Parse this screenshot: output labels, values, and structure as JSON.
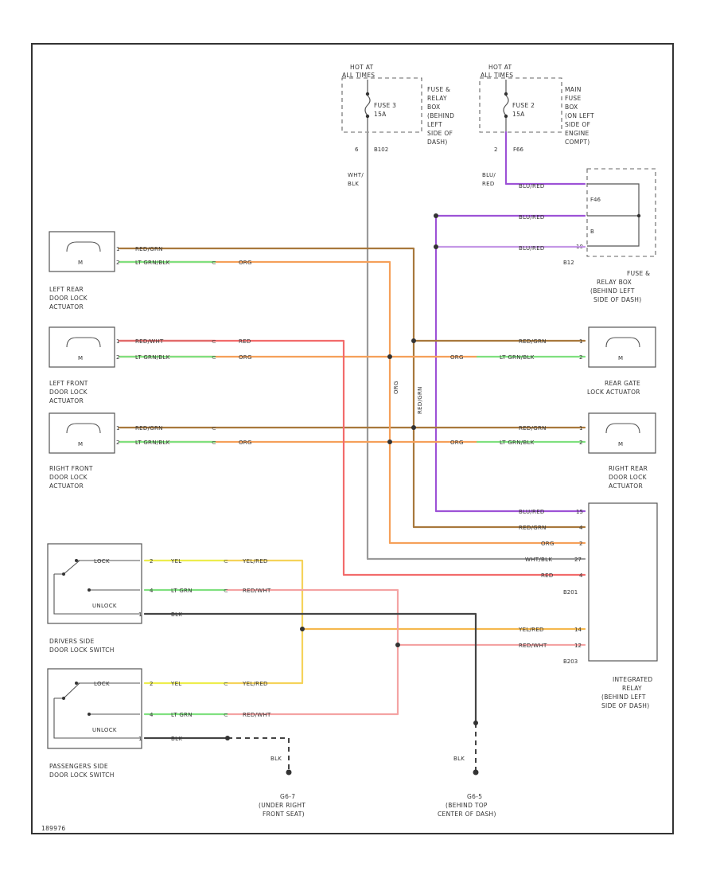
{
  "diagram_id": "189976",
  "power": [
    {
      "hot_at": [
        "HOT AT",
        "ALL TIMES"
      ],
      "fuse": [
        "FUSE 3",
        "15A"
      ],
      "box": [
        "FUSE &",
        "RELAY",
        "BOX",
        "(BEHIND",
        "LEFT",
        "SIDE OF",
        "DASH)"
      ],
      "pin": "6",
      "connector": "B102",
      "wire": [
        "WHT/",
        "BLK"
      ]
    },
    {
      "hot_at": [
        "HOT AT",
        "ALL TIMES"
      ],
      "fuse": [
        "FUSE 2",
        "15A"
      ],
      "box": [
        "MAIN",
        "FUSE",
        "BOX",
        "(ON LEFT",
        "SIDE OF",
        "ENGINE",
        "COMPT)"
      ],
      "pin": "2",
      "connector": "F66",
      "wire": [
        "BLU/",
        "RED"
      ]
    }
  ],
  "relay_box": {
    "label": [
      "FUSE &",
      "RELAY BOX",
      "(BEHIND LEFT",
      "SIDE OF DASH)"
    ],
    "pins": [
      "F46",
      "B",
      "10"
    ],
    "connector": "B12",
    "wires": [
      "BLU/RED",
      "BLU/RED",
      "BLU/RED"
    ]
  },
  "actuators": [
    {
      "id": "lr",
      "label": [
        "LEFT REAR",
        "DOOR LOCK",
        "ACTUATOR"
      ],
      "pins": [
        "1",
        "2"
      ],
      "wires": [
        "RED/GRN",
        "LT GRN/BLK",
        "ORG"
      ]
    },
    {
      "id": "lf",
      "label": [
        "LEFT FRONT",
        "DOOR LOCK",
        "ACTUATOR"
      ],
      "pins": [
        "1",
        "2"
      ],
      "wires": [
        "RED/WHT",
        "LT GRN/BLK",
        "RED",
        "ORG"
      ]
    },
    {
      "id": "rf",
      "label": [
        "RIGHT FRONT",
        "DOOR LOCK",
        "ACTUATOR"
      ],
      "pins": [
        "1",
        "2"
      ],
      "wires": [
        "RED/GRN",
        "LT GRN/BLK",
        "ORG"
      ]
    },
    {
      "id": "rg",
      "label": [
        "REAR GATE",
        "LOCK ACTUATOR"
      ],
      "pins": [
        "1",
        "2"
      ],
      "wires": [
        "RED/GRN",
        "LT GRN/BLK",
        "ORG"
      ]
    },
    {
      "id": "rr",
      "label": [
        "RIGHT REAR",
        "DOOR LOCK",
        "ACTUATOR"
      ],
      "pins": [
        "1",
        "2"
      ],
      "wires": [
        "RED/GRN",
        "LT GRN/BLK",
        "ORG"
      ]
    }
  ],
  "vertical_wires": [
    "ORG",
    "RED/GRN"
  ],
  "switches": [
    {
      "id": "drv",
      "label": [
        "DRIVERS SIDE",
        "DOOR LOCK SWITCH"
      ],
      "lock": "LOCK",
      "unlock": "UNLOCK",
      "pins": [
        "2",
        "4",
        "1"
      ],
      "wires": [
        "YEL",
        "LT GRN",
        "BLK"
      ],
      "wires2": [
        "YEL/RED",
        "RED/WHT"
      ]
    },
    {
      "id": "pass",
      "label": [
        "PASSENGERS SIDE",
        "DOOR LOCK SWITCH"
      ],
      "lock": "LOCK",
      "unlock": "UNLOCK",
      "pins": [
        "2",
        "4",
        "1"
      ],
      "wires": [
        "YEL",
        "LT GRN",
        "BLK"
      ],
      "wires2": [
        "YEL/RED",
        "RED/WHT"
      ]
    }
  ],
  "relay": {
    "label": [
      "INTEGRATED",
      "RELAY",
      "(BEHIND LEFT",
      "SIDE OF DASH)"
    ],
    "wires": [
      "BLU/RED",
      "RED/GRN",
      "ORG",
      "WHT/BLK",
      "RED",
      "YEL/RED",
      "RED/WHT"
    ],
    "pins": [
      "15",
      "4",
      "2",
      "27",
      "4",
      "14",
      "12"
    ],
    "connectors": [
      "B201",
      "B203"
    ]
  },
  "grounds": [
    {
      "id": "g7",
      "wire": "BLK",
      "label": [
        "G6-7",
        "(UNDER RIGHT",
        "FRONT SEAT)"
      ]
    },
    {
      "id": "g6",
      "wire": "BLK",
      "label": [
        "G6-5",
        "(BEHIND TOP",
        "CENTER OF DASH)"
      ]
    }
  ],
  "colors": {
    "ORG": "#f5a05a",
    "RED_GRN": "#a8783c",
    "RED_WHT": "#f26b6b",
    "LT_GRN": "#7fe07f",
    "BLU_RED": "#9d52d6",
    "YEL": "#eded4d",
    "WHT_BLK": "#9a9a9a",
    "BLK": "#444444",
    "RED_WHT_LT": "#f4a3a3",
    "YEL_RED": "#f5b84e"
  }
}
